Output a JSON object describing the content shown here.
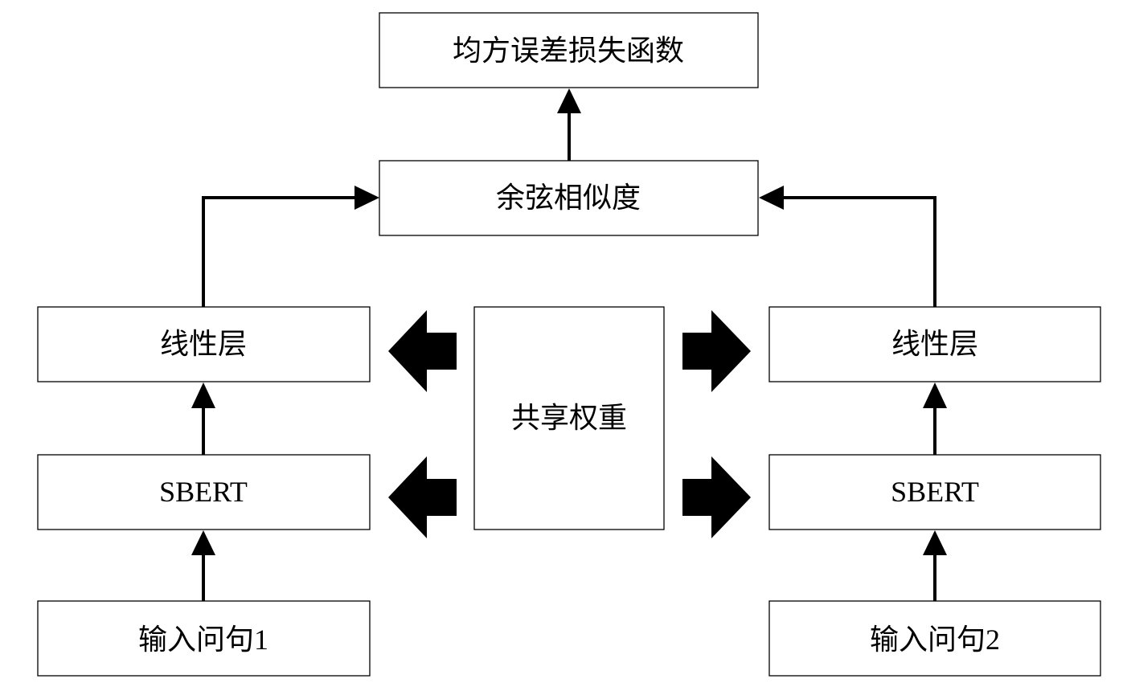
{
  "nodes": {
    "loss": "均方误差损失函数",
    "cosine": "余弦相似度",
    "linear_left": "线性层",
    "linear_right": "线性层",
    "sbert_left": "SBERT",
    "sbert_right": "SBERT",
    "input_left": "输入问句1",
    "input_right": "输入问句2",
    "shared": "共享权重"
  },
  "colors": {
    "stroke": "#000000",
    "fill": "#ffffff"
  }
}
